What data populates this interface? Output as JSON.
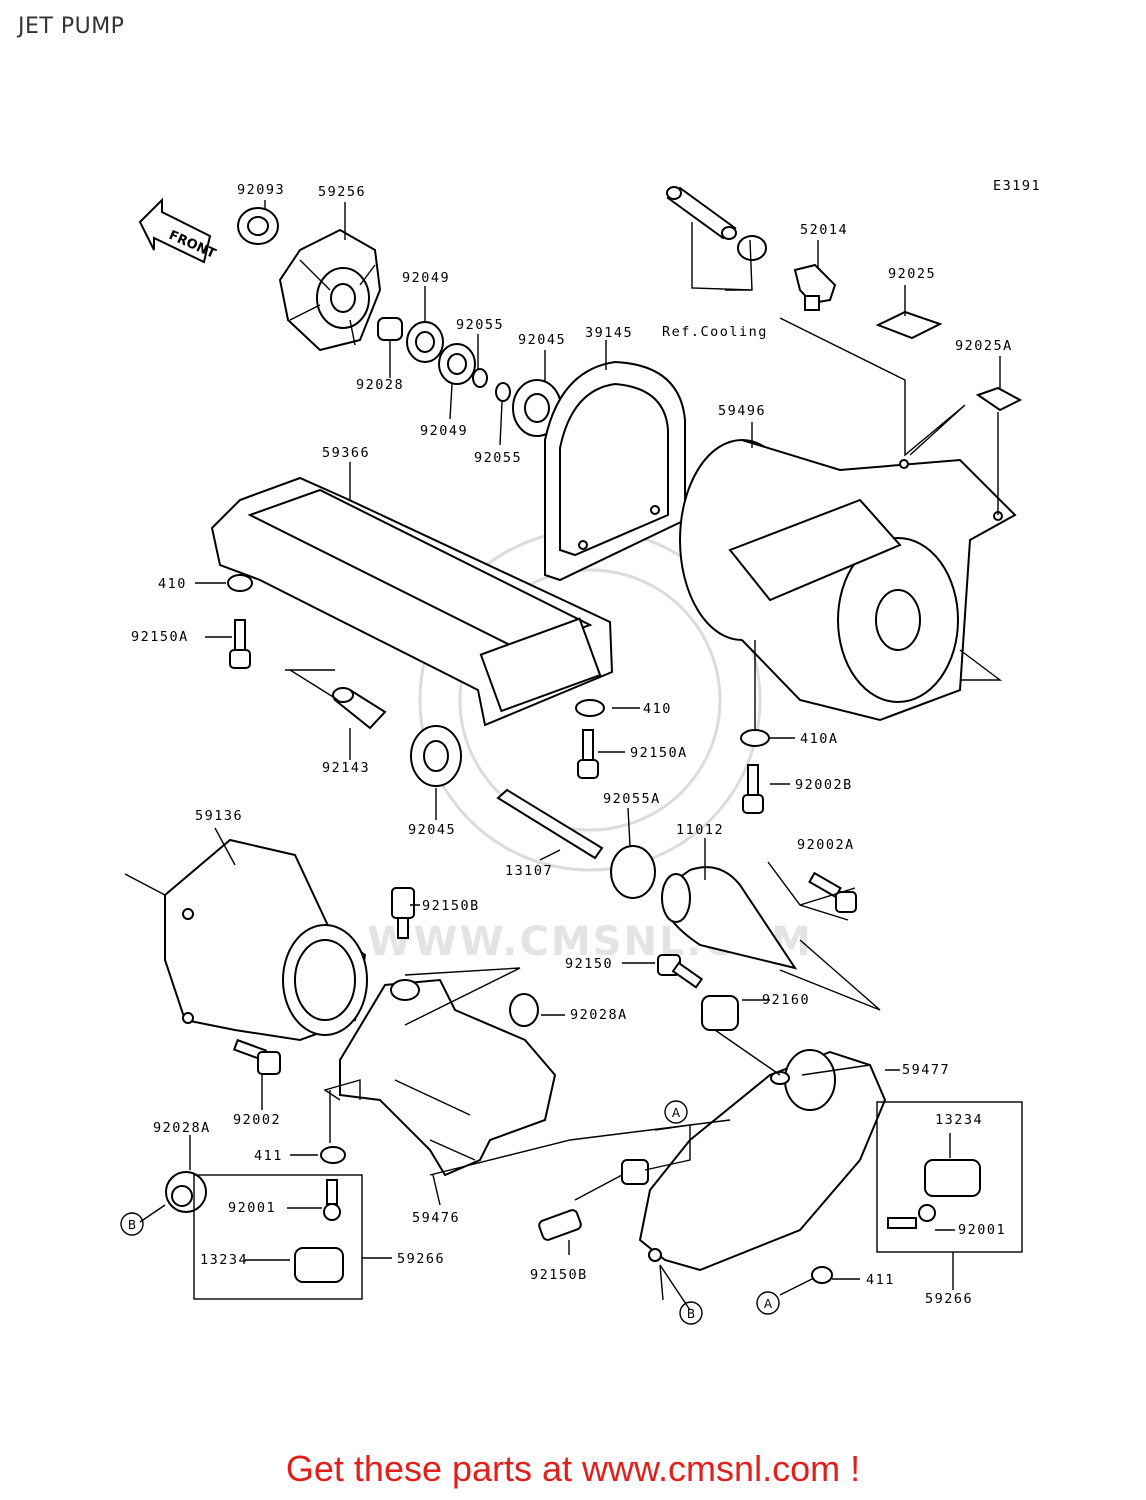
{
  "header": {
    "title": "JET PUMP"
  },
  "diagram": {
    "code": "E3191",
    "front_label": "FRONT",
    "ref_cooling": "Ref.Cooling",
    "watermark": "WWW.CMSNL.COM",
    "refs": {
      "a": "A",
      "b": "B"
    },
    "parts": {
      "p92093": "92093",
      "p59256": "59256",
      "p92049a": "92049",
      "p92055a": "92055",
      "p92045a": "92045",
      "p39145": "39145",
      "p92028": "92028",
      "p92049b": "92049",
      "p92055b": "92055",
      "p52014": "52014",
      "p92025": "92025",
      "p92025A": "92025A",
      "p59496": "59496",
      "p59366": "59366",
      "p410a": "410",
      "p92150Aa": "92150A",
      "p92143": "92143",
      "p92045b": "92045",
      "p410b": "410",
      "p92150Ab": "92150A",
      "p410A": "410A",
      "p92002B": "92002B",
      "p92055A": "92055A",
      "p11012": "11012",
      "p92002A": "92002A",
      "p13107": "13107",
      "p59136": "59136",
      "p92150Ba": "92150B",
      "p92150": "92150",
      "p92160": "92160",
      "p92028Aa": "92028A",
      "p59477": "59477",
      "p92002": "92002",
      "p92028Ab": "92028A",
      "p411a": "411",
      "p59476": "59476",
      "p92001a": "92001",
      "p13234a": "13234",
      "p59266a": "59266",
      "p13234b": "13234",
      "p92001b": "92001",
      "p59266b": "59266",
      "p92150Bb": "92150B",
      "p411b": "411"
    }
  },
  "footer": {
    "promo": "Get these parts at www.cmsnl.com !"
  },
  "colors": {
    "promo": "#e0201c",
    "line": "#000000",
    "watermark": "#dcdcdc"
  }
}
